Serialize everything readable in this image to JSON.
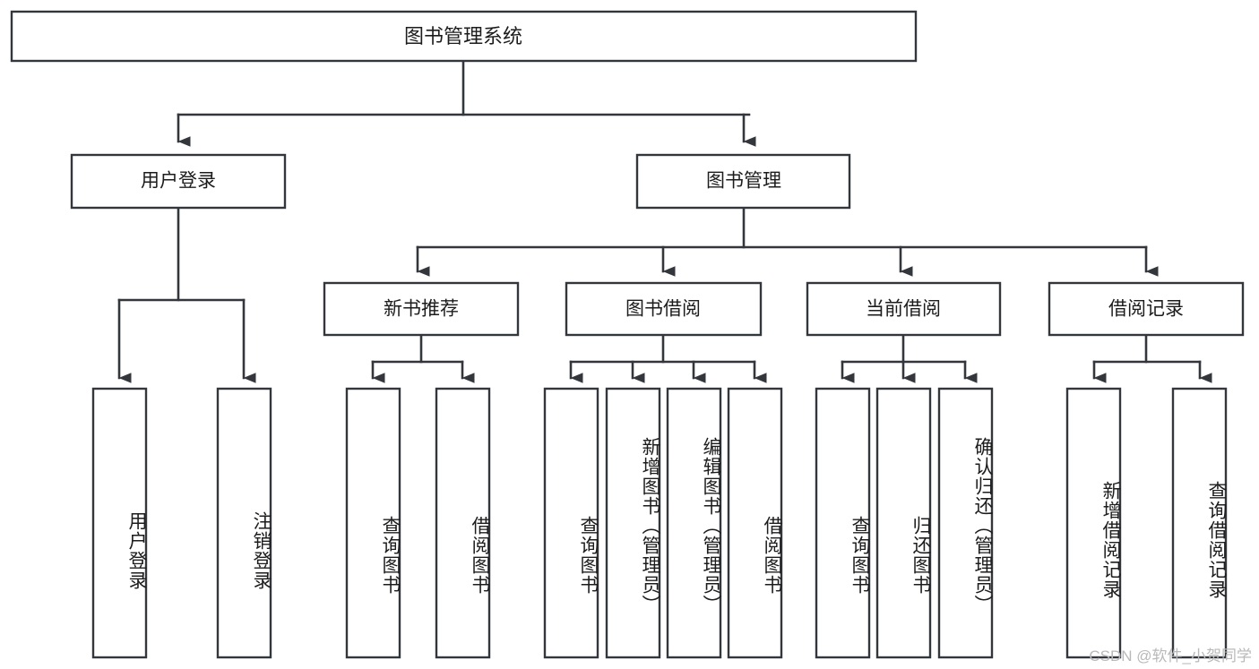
{
  "diagram": {
    "type": "tree",
    "title": "图书管理系统",
    "watermark": "CSDN @软件_小贺同学",
    "colors": {
      "stroke": "#33373c",
      "fill": "#ffffff",
      "text": "#1c1c1c",
      "watermark": "#b9b9b9"
    },
    "levels": {
      "root": {
        "label": "图书管理系统"
      },
      "level2": [
        {
          "label": "用户登录"
        },
        {
          "label": "图书管理"
        }
      ],
      "level3": [
        {
          "label": "新书推荐"
        },
        {
          "label": "图书借阅"
        },
        {
          "label": "当前借阅"
        },
        {
          "label": "借阅记录"
        }
      ],
      "leaves": {
        "user_login": [
          {
            "label": "用户登录"
          },
          {
            "label": "注销登录"
          }
        ],
        "new_book_recommend": [
          {
            "label": "查询图书"
          },
          {
            "label": "借阅图书"
          }
        ],
        "book_borrow": [
          {
            "label": "查询图书"
          },
          {
            "label": "新增图书（管理员）"
          },
          {
            "label": "编辑图书（管理员）"
          },
          {
            "label": "借阅图书"
          }
        ],
        "current_borrow": [
          {
            "label": "查询图书"
          },
          {
            "label": "归还图书"
          },
          {
            "label": "确认归还（管理员）"
          }
        ],
        "borrow_record": [
          {
            "label": "新增借阅记录"
          },
          {
            "label": "查询借阅记录"
          }
        ]
      }
    }
  }
}
